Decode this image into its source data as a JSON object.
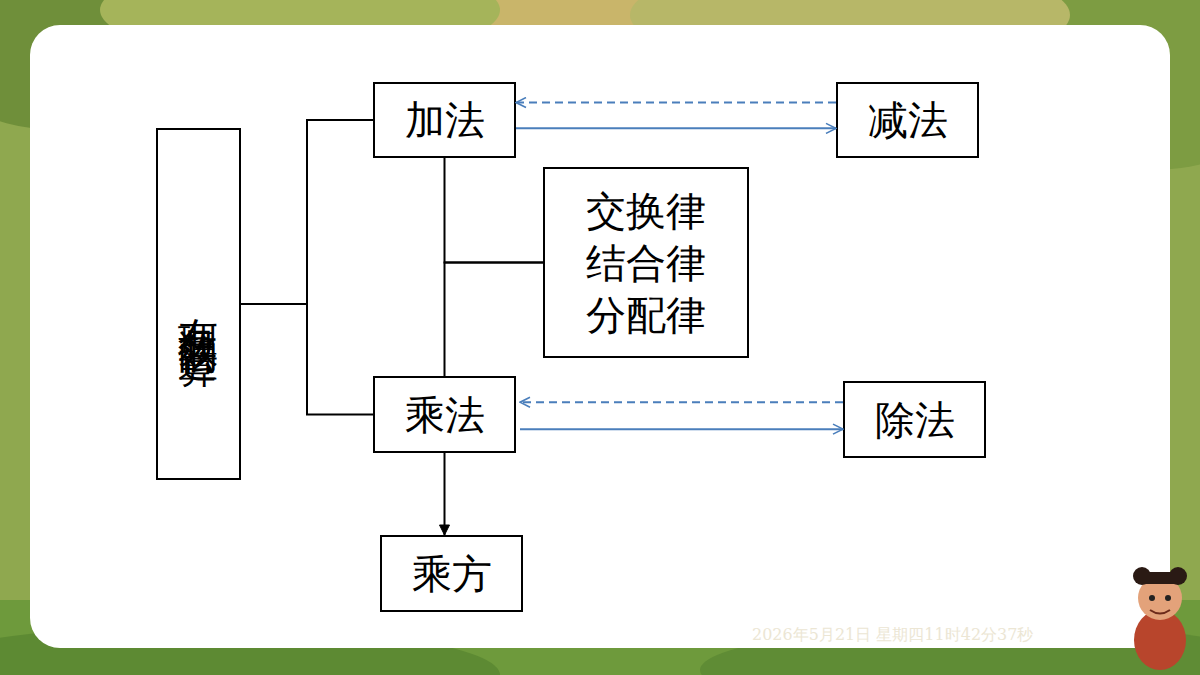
{
  "diagram": {
    "nodes": [
      {
        "text": [
          "有理数的运算"
        ]
      },
      {
        "text": [
          "加法"
        ]
      },
      {
        "text": [
          "减法"
        ]
      },
      {
        "text": [
          "交换律",
          "结合律",
          "分配律"
        ]
      },
      {
        "text": [
          "乘法"
        ]
      },
      {
        "text": [
          "除法"
        ]
      },
      {
        "text": [
          "乘方"
        ]
      }
    ],
    "edges": [
      {
        "from": 0,
        "to": 1,
        "arrow": "none"
      },
      {
        "from": 0,
        "to": 4,
        "arrow": "none"
      },
      {
        "from": 1,
        "to": 2,
        "arrow": "to"
      },
      {
        "from": 2,
        "to": 1,
        "arrow": "to"
      },
      {
        "from": 1,
        "to": 3,
        "arrow": "none"
      },
      {
        "from": 4,
        "to": 3,
        "arrow": "none"
      },
      {
        "from": 4,
        "to": 5,
        "arrow": "to"
      },
      {
        "from": 5,
        "to": 4,
        "arrow": "to"
      },
      {
        "from": 4,
        "to": 6,
        "arrow": "to"
      }
    ],
    "labels": [
      "2026年5月21日 星期四11时42分37秒"
    ]
  }
}
